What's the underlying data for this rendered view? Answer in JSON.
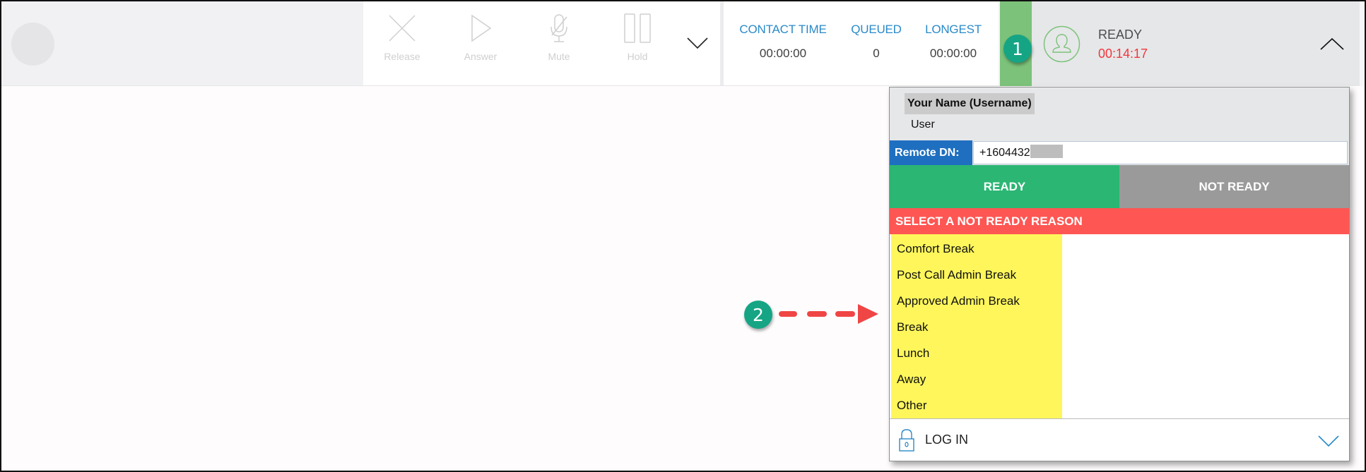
{
  "toolbar": {
    "buttons": [
      {
        "label": "Release",
        "icon": "x-icon",
        "enabled": false
      },
      {
        "label": "Answer",
        "icon": "play-icon",
        "enabled": false
      },
      {
        "label": "Mute",
        "icon": "mic-muted-icon",
        "enabled": false
      },
      {
        "label": "Hold",
        "icon": "pause-icon",
        "enabled": false
      }
    ],
    "more_icon": "chevron-down-icon"
  },
  "stats": [
    {
      "label": "CONTACT TIME",
      "value": "00:00:00"
    },
    {
      "label": "QUEUED",
      "value": "0"
    },
    {
      "label": "LONGEST",
      "value": "00:00:00"
    }
  ],
  "agent_status": {
    "state": "READY",
    "timer": "00:14:17",
    "avatar_icon": "user-icon",
    "toggle_icon": "chevron-up-icon"
  },
  "dropdown": {
    "user_name": "Your Name (Username)",
    "user_role": "User",
    "remote_dn_label": "Remote DN:",
    "remote_dn_value": "+1604432",
    "ready_button": "READY",
    "not_ready_button": "NOT READY",
    "reason_header": "SELECT A NOT READY REASON",
    "reasons": [
      "Comfort Break",
      "Post Call Admin Break",
      "Approved Admin Break",
      "Break",
      "Lunch",
      "Away",
      "Other"
    ],
    "login_label": "LOG IN",
    "login_icon": "lock-icon",
    "footer_toggle_icon": "chevron-down-icon"
  },
  "annotations": {
    "badge_1": "1",
    "badge_2": "2"
  },
  "colors": {
    "accent_blue": "#2a8ac9",
    "ready_green": "#2bb673",
    "status_strip_green": "#7cc27a",
    "not_ready_gray": "#9a9a9a",
    "reason_red": "#fe5653",
    "highlight_yellow": "#fef65b",
    "timer_red": "#f0383c",
    "badge_teal": "#15a585",
    "dn_label_blue": "#1f6fc0"
  }
}
